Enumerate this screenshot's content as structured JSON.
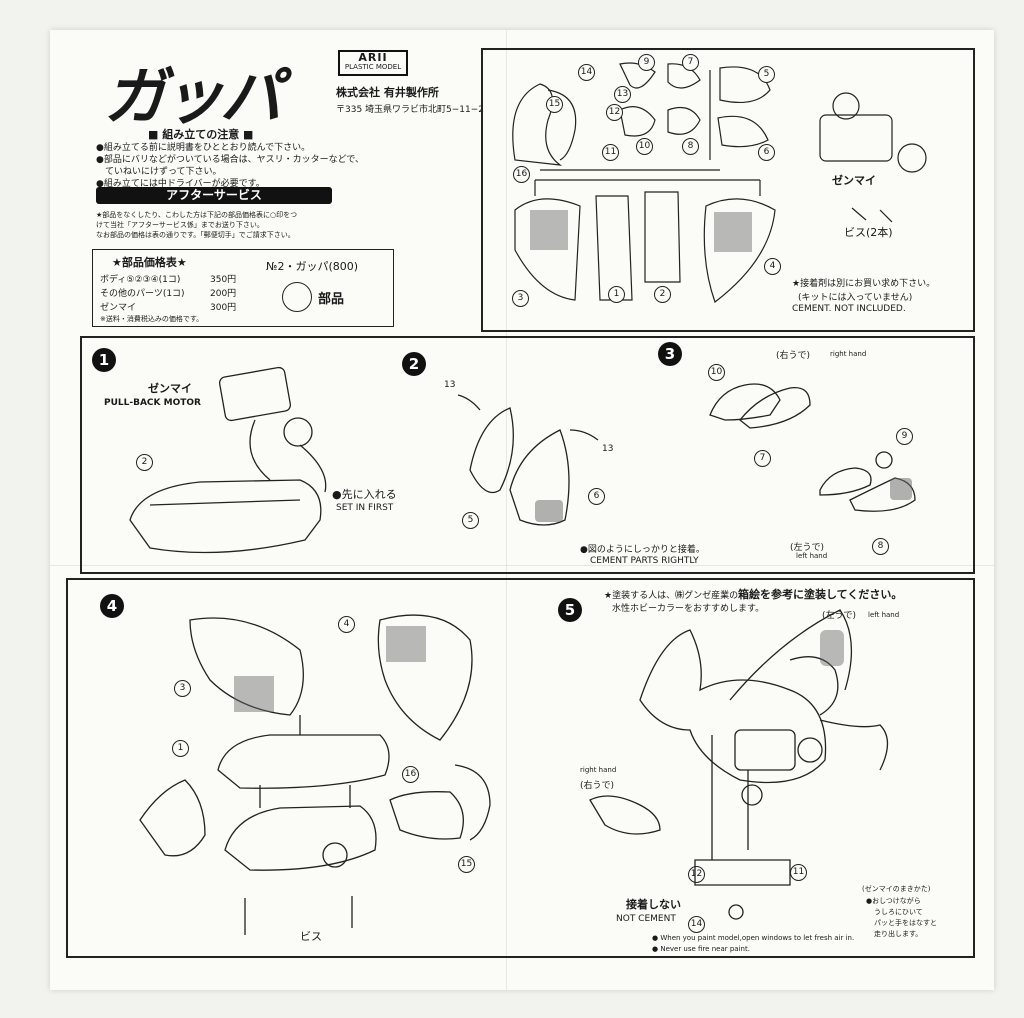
{
  "header": {
    "title": "ガッパ",
    "maker_logo": "ARII",
    "maker_logo_sub": "PLASTIC MODEL",
    "company": "株式会社 有井製作所",
    "address": "〒335 埼玉県ワラビ市北町5−11−2"
  },
  "assembly_notice": {
    "heading": "■ 組み立ての注意 ■",
    "lines": [
      "●組み立てる前に説明書をひととおり読んで下さい。",
      "●部品にバリなどがついている場合は、ヤスリ・カッターなどで、",
      "　ていねいにけずって下さい。",
      "●組み立てには中ドライバーが必要です。"
    ]
  },
  "after_service": {
    "banner": "アフターサービス",
    "lines": [
      "★部品をなくしたり、こわした方は下記の部品価格表に○印をつ",
      "けて当社「アフターサービス係」までお送り下さい。",
      "なお部品の価格は表の通りです。「郵便切手」でご請求下さい。"
    ]
  },
  "price_table": {
    "heading": "★部品価格表★",
    "rows": [
      {
        "item": "ボディ⑤②③④(1コ)",
        "price": "350円"
      },
      {
        "item": "その他のパーツ(1コ)",
        "price": "200円"
      },
      {
        "item": "ゼンマイ",
        "price": "300円"
      }
    ],
    "note": "※送料・消費税込みの価格です。",
    "model_no": "№2・ガッパ(800)",
    "parts_label": "部品"
  },
  "parts_panel": {
    "part_numbers": [
      "14",
      "15",
      "16",
      "13",
      "12",
      "9",
      "7",
      "10",
      "11",
      "8",
      "5",
      "6",
      "1",
      "2",
      "3",
      "4"
    ],
    "motor_label": "ゼンマイ",
    "screw_label": "ビス(2本)",
    "cement_note_jp": "★接着剤は別にお買い求め下さい。",
    "cement_note_jp2": "(キットには入っていません)",
    "cement_note_en": "CEMENT. NOT INCLUDED."
  },
  "step1": {
    "num": "1",
    "motor_jp": "ゼンマイ",
    "motor_en": "PULL-BACK MOTOR",
    "set_first_jp": "●先に入れる",
    "set_first_en": "SET IN FIRST",
    "part": "2"
  },
  "step2": {
    "num": "2",
    "parts": [
      "13",
      "13",
      "5",
      "6"
    ],
    "cement_jp": "●図のようにしっかりと接着。",
    "cement_en": "CEMENT PARTS RIGHTLY"
  },
  "step3": {
    "num": "3",
    "right_hand_jp": "(右うで)",
    "right_hand_en": "right  hand",
    "left_hand_jp": "(左うで)",
    "left_hand_en": "left hand",
    "parts": [
      "10",
      "7",
      "9",
      "8"
    ]
  },
  "step4": {
    "num": "4",
    "parts": [
      "4",
      "3",
      "1",
      "16",
      "15"
    ],
    "screw_label": "ビス"
  },
  "step5": {
    "num": "5",
    "paint_note1": "★塗装する人は、㈱グンゼ産業の",
    "paint_note2": "水性ホビーカラーをおすすめします。",
    "box_art_note": "箱絵を参考に塗装してください。",
    "left_hand_jp": "(左うで)",
    "left_hand_en": "left hand",
    "right_hand_en": "right  hand",
    "right_hand_jp": "(右うで)",
    "no_cement_jp": "接着しない",
    "no_cement_en": "NOT CEMENT",
    "parts": [
      "12",
      "11",
      "14"
    ],
    "spring_title": "(ゼンマイのまきかた)",
    "spring_lines": [
      "●おしつけながら",
      "うしろにひいて",
      "パッと手をはなすと",
      "走り出します。"
    ],
    "footer1": "● When you paint model,open windows to let fresh air in.",
    "footer2": "● Never use fire near paint."
  },
  "colors": {
    "ink": "#1a1a1a",
    "paper": "#fbfbf8",
    "background": "#f2f2ef"
  }
}
